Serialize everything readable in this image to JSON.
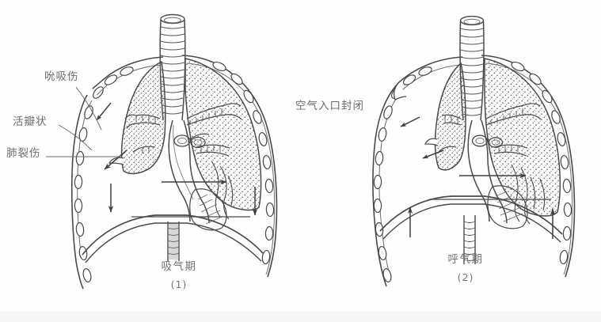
{
  "figure": {
    "title_semantic": "open-pneumothorax-respiration-phases",
    "background_color": "#fefefe",
    "ink_color": "#4a4a4d",
    "text_color": "#6d6d70"
  },
  "panels": [
    {
      "id": "panel-1",
      "caption": "吸气期",
      "number": "(1)",
      "labels": [
        {
          "key": "sucking_wound",
          "text": "吮吸伤"
        },
        {
          "key": "valve_flap",
          "text": "活瓣状"
        },
        {
          "key": "lung_laceration",
          "text": "肺裂伤"
        }
      ],
      "arrows": {
        "diaphragm_left": "down",
        "diaphragm_right": "down",
        "mediastinum_shift": "right",
        "wound_air_flow": "inward"
      }
    },
    {
      "id": "panel-2",
      "caption": "呼气期",
      "number": "(2)",
      "labels": [
        {
          "key": "air_inlet_sealed",
          "text": "空气入口封闭"
        }
      ],
      "arrows": {
        "diaphragm_left": "up",
        "diaphragm_right": "up",
        "mediastinum_shift": "right",
        "wound_seal": "inward",
        "lung_collapse": "inward"
      }
    }
  ]
}
